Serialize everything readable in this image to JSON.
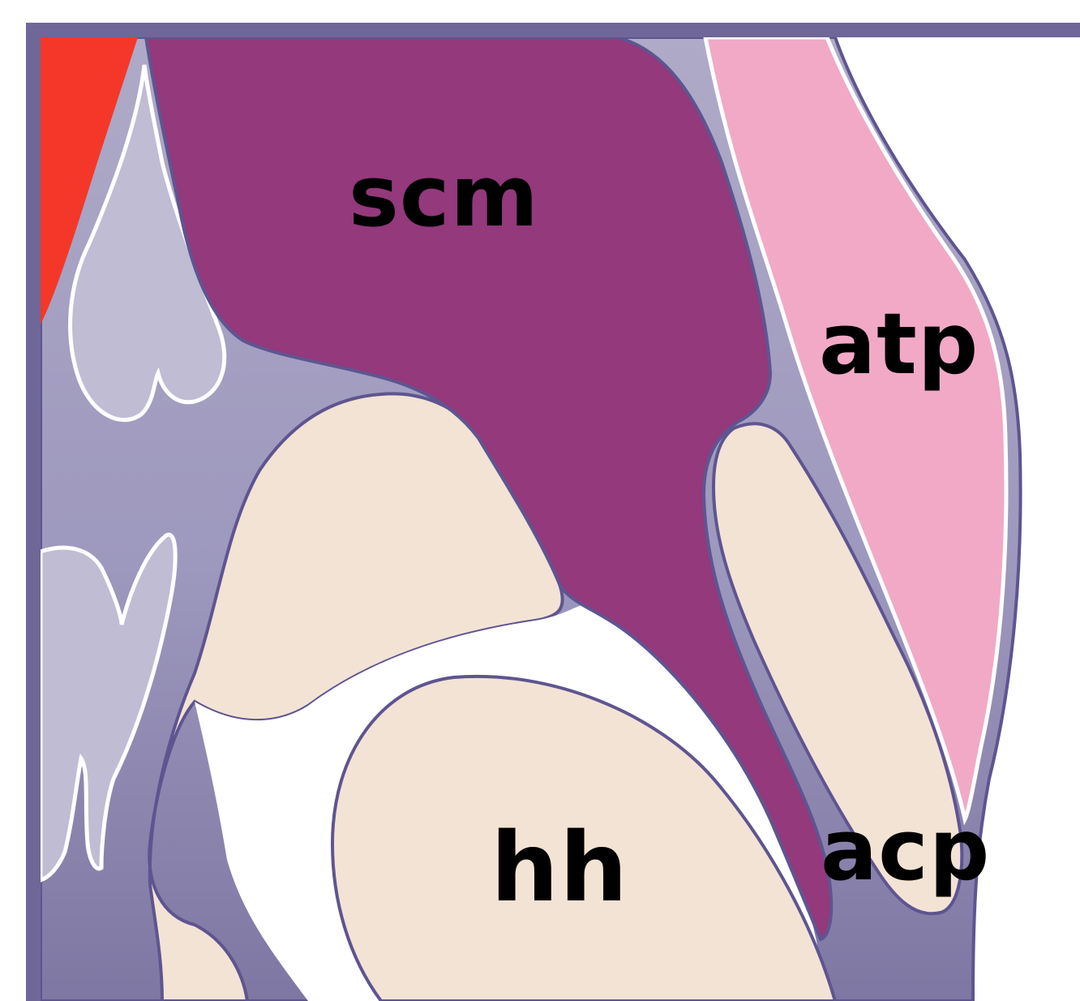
{
  "labels": {
    "scm": "scm",
    "atp": "atp",
    "hh": "hh",
    "acp": "acp"
  },
  "colors": {
    "frame": "#6f6797",
    "background_tissue": "#a9a5c4",
    "deep_tissue": "#8a84aa",
    "pale_lobes": "#c0bcd4",
    "muscle_scm": "#93397c",
    "pink_atp": "#f1a9c6",
    "bone": "#f3e3d5",
    "joint_space": "#ffffff",
    "red_vessel": "#f5372a",
    "outline": "#5e5590",
    "label_text": "#000000"
  }
}
